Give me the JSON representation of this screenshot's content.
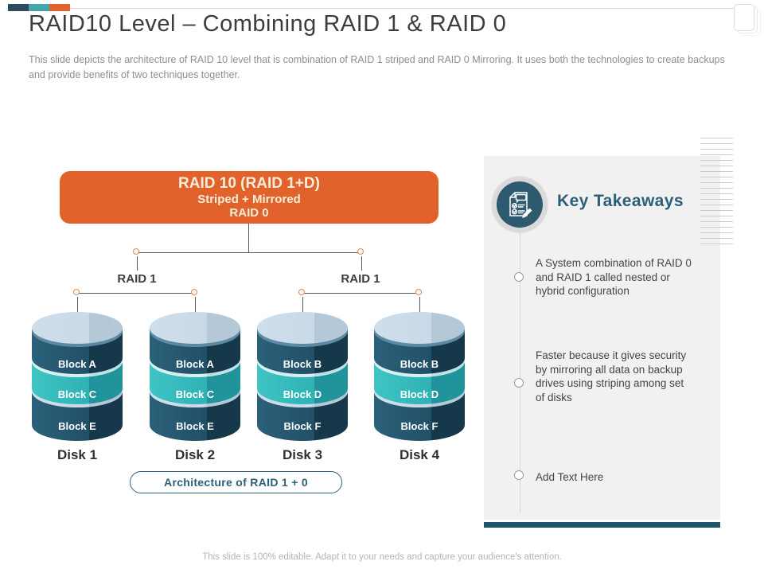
{
  "slide": {
    "title": "RAID10 Level – Combining RAID 1 & RAID 0",
    "subtitle": "This slide depicts the architecture of RAID 10 level that is combination of RAID 1 striped and RAID 0 Mirroring.  It uses both the technologies to create backups and provide  benefits of two techniques together.",
    "footer": "This slide is 100% editable. Adapt it to your needs and capture your audience's attention."
  },
  "palette": {
    "accent_navy": "#2d4a5e",
    "accent_teal": "#44a5ab",
    "accent_orange": "#e2622b",
    "disk_dark": "#24586f",
    "disk_teal": "#33bcbd",
    "disk_light": "#cddcea",
    "panel_bg": "#f1f1f1",
    "panel_bar": "#20566c",
    "heading_teal": "#2b5f78"
  },
  "diagram": {
    "root": {
      "line1": "RAID 10 (RAID 1+D)",
      "line2": "Striped + Mirrored",
      "line3": "RAID 0"
    },
    "groups": [
      {
        "label": "RAID 1"
      },
      {
        "label": "RAID 1"
      }
    ],
    "disks": [
      {
        "name": "Disk 1",
        "blocks": [
          "Block A",
          "Block C",
          "Block E"
        ]
      },
      {
        "name": "Disk 2",
        "blocks": [
          "Block A",
          "Block C",
          "Block E"
        ]
      },
      {
        "name": "Disk 3",
        "blocks": [
          "Block B",
          "Block D",
          "Block F"
        ]
      },
      {
        "name": "Disk 4",
        "blocks": [
          "Block B",
          "Block D",
          "Block F"
        ]
      }
    ],
    "caption": "Architecture of RAID 1 + 0"
  },
  "takeaways": {
    "title": "Key Takeaways",
    "icon": "checklist-pencil-icon",
    "items": [
      "A System combination  of RAID  0 and RAID  1 called nested or hybrid configuration",
      "Faster because  it gives  security by mirroring  all data on  backup drives  using striping among  set of disks",
      "Add Text Here"
    ]
  }
}
